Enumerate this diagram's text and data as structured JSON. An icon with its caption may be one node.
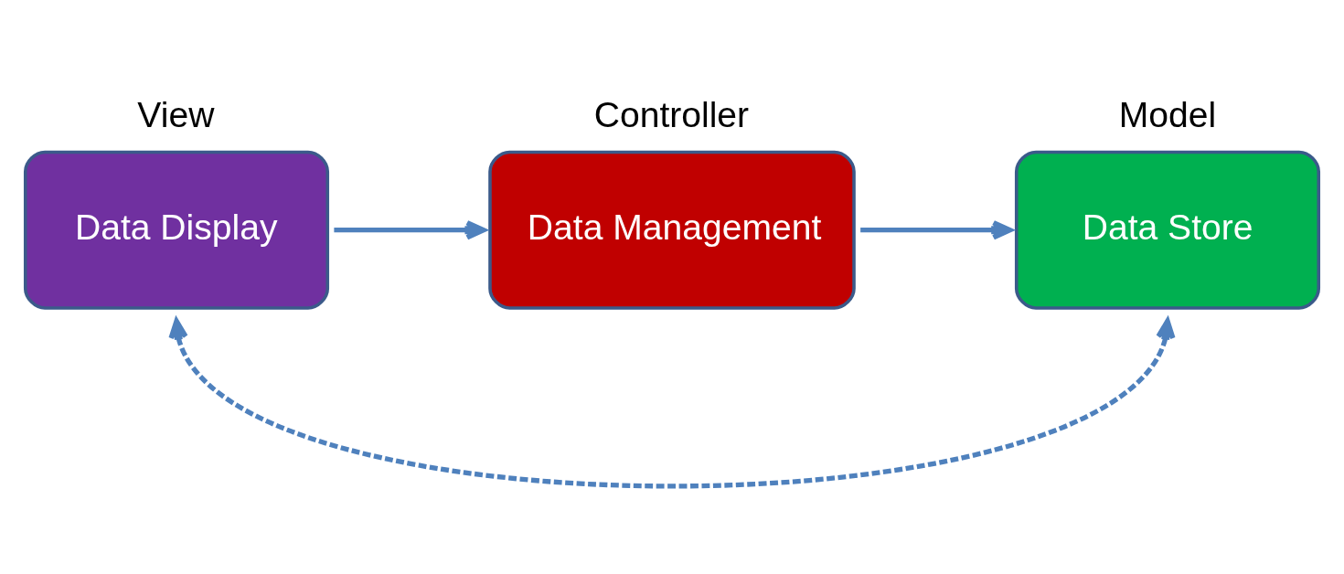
{
  "diagram": {
    "nodes": [
      {
        "text": [
          "Controller",
          "Data Management"
        ]
      },
      {
        "text": [
          "View",
          "Data Display"
        ]
      },
      {
        "text": [
          "Model",
          "Data Store"
        ]
      }
    ],
    "edges": [
      {
        "from": 1,
        "to": 0,
        "arrow": "to"
      },
      {
        "from": 0,
        "to": 2,
        "arrow": "to"
      },
      {
        "from": 1,
        "to": 2,
        "arrow": "both",
        "style": "dashed"
      }
    ]
  }
}
